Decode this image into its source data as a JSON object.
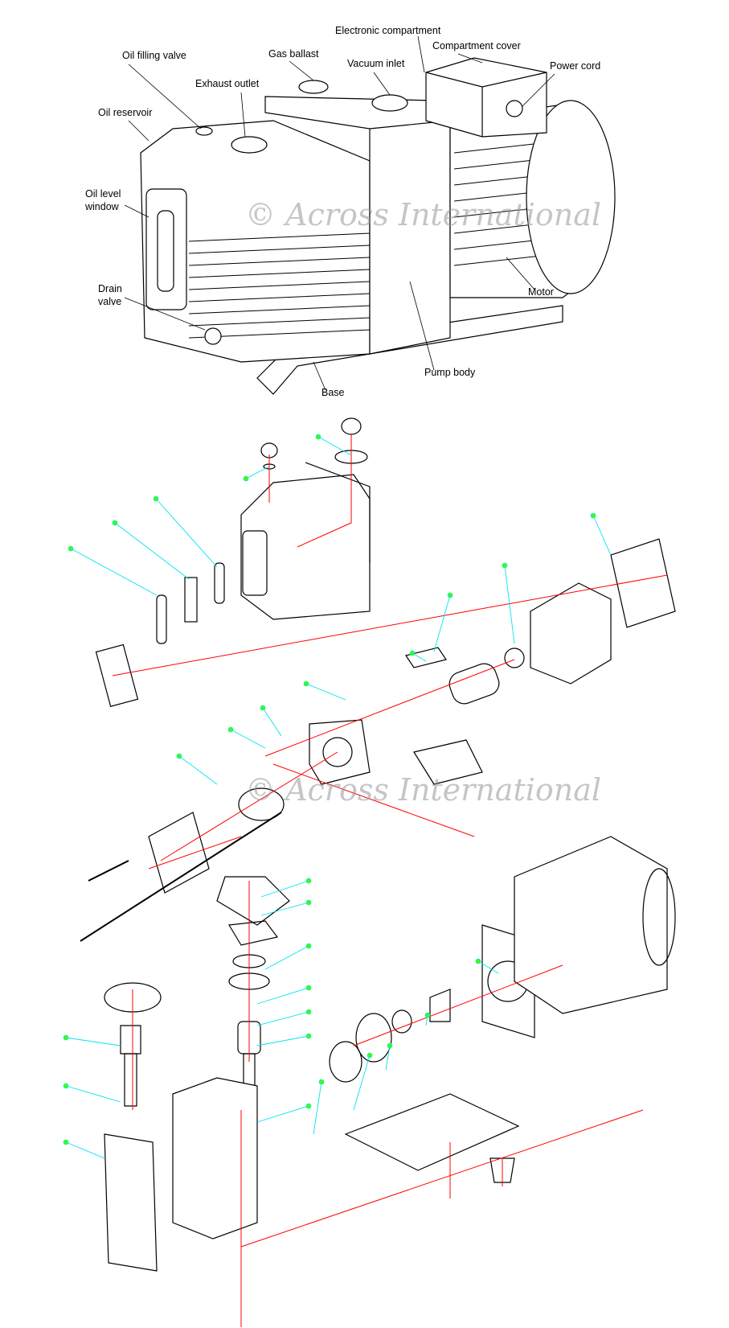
{
  "labels": {
    "electronic_compartment": "Electronic compartment",
    "compartment_cover": "Compartment cover",
    "oil_filling_valve": "Oil filling valve",
    "gas_ballast": "Gas ballast",
    "vacuum_inlet": "Vacuum inlet",
    "power_cord": "Power cord",
    "exhaust_outlet": "Exhaust outlet",
    "oil_reservoir": "Oil reservoir",
    "oil_level_window_1": "Oil level",
    "oil_level_window_2": "window",
    "drain_valve_1": "Drain",
    "drain_valve_2": "valve",
    "motor": "Motor",
    "pump_body": "Pump body",
    "base": "Base"
  },
  "watermark": "© Across International",
  "colors": {
    "leader": "#00e5ee",
    "axis": "#ff0000",
    "callout": "#39ff14"
  }
}
